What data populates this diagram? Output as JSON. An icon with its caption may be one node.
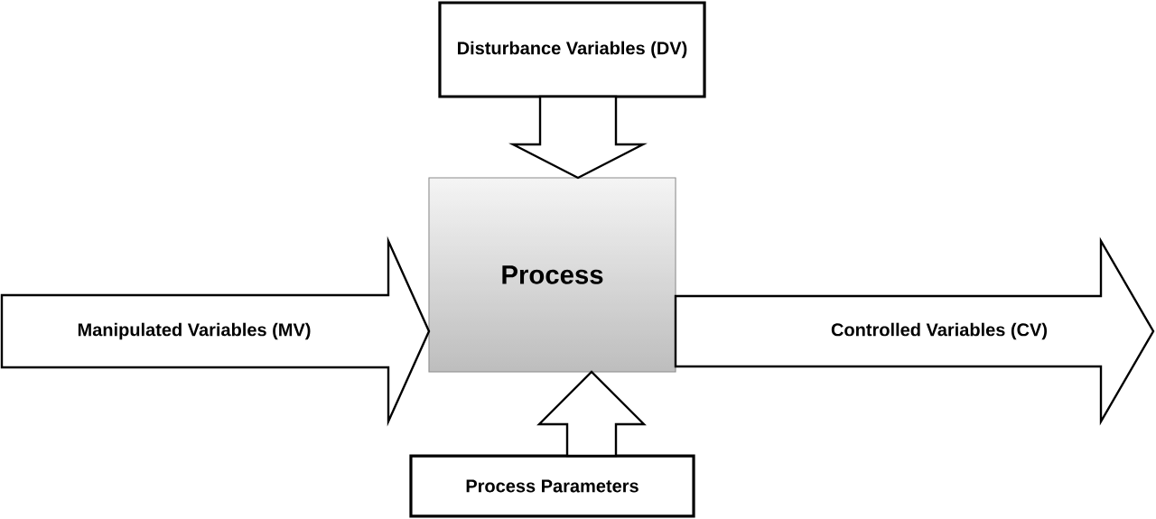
{
  "diagram": {
    "nodes": [
      {
        "text": [
          "Disturbance Variables (DV)"
        ]
      },
      {
        "text": [
          "Process"
        ]
      },
      {
        "text": [
          "Process Parameters"
        ]
      }
    ],
    "edges": [
      {
        "from": 0,
        "to": 1,
        "arrow": "to"
      },
      {
        "from": null,
        "to": 1,
        "arrow": "to",
        "label": "Manipulated Variables (MV)"
      },
      {
        "from": 1,
        "to": null,
        "arrow": "to",
        "label": "Controlled Variables (CV)"
      },
      {
        "from": 2,
        "to": 1,
        "arrow": "to"
      }
    ]
  }
}
